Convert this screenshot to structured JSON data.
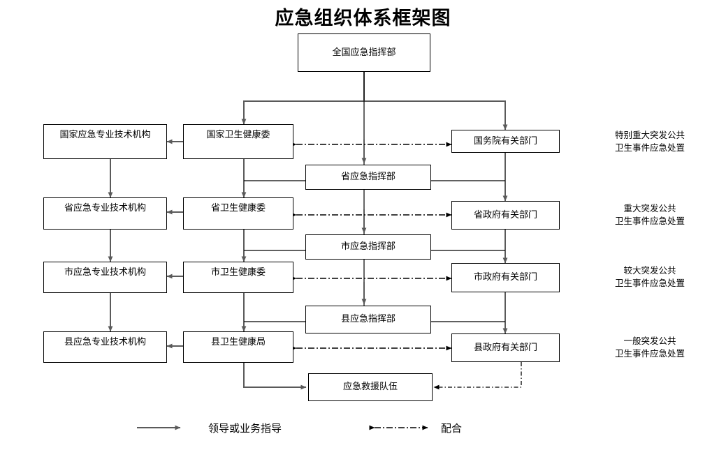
{
  "diagram": {
    "title": "应急组织体系框架图",
    "nodes": {
      "national_command": "全国应急指挥部",
      "national_tech": "国家应急专业技术机构",
      "national_health": "国家卫生健康委",
      "state_council_depts": "国务院有关部门",
      "prov_command": "省应急指挥部",
      "prov_tech": "省应急专业技术机构",
      "prov_health": "省卫生健康委",
      "prov_govt_depts": "省政府有关部门",
      "city_command": "市应急指挥部",
      "city_tech": "市应急专业技术机构",
      "city_health": "市卫生健康委",
      "city_govt_depts": "市政府有关部门",
      "county_command": "县应急指挥部",
      "county_tech": "县应急专业技术机构",
      "county_health": "县卫生健康局",
      "county_govt_depts": "县政府有关部门",
      "rescue_team": "应急救援队伍"
    },
    "side_labels": {
      "level1": "特别重大突发公共\n卫生事件应急处置",
      "level2": "重大突发公共\n卫生事件应急处置",
      "level3": "较大突发公共\n卫生事件应急处置",
      "level4": "一般突发公共\n卫生事件应急处置"
    },
    "legend": {
      "solid_label": "领导或业务指导",
      "dashdot_label": "配合"
    },
    "colors": {
      "background": "#ffffff",
      "text": "#000000",
      "box_border": "#000000",
      "solid_arrow": "#5a5a5a",
      "dash_arrow": "#000000"
    }
  }
}
